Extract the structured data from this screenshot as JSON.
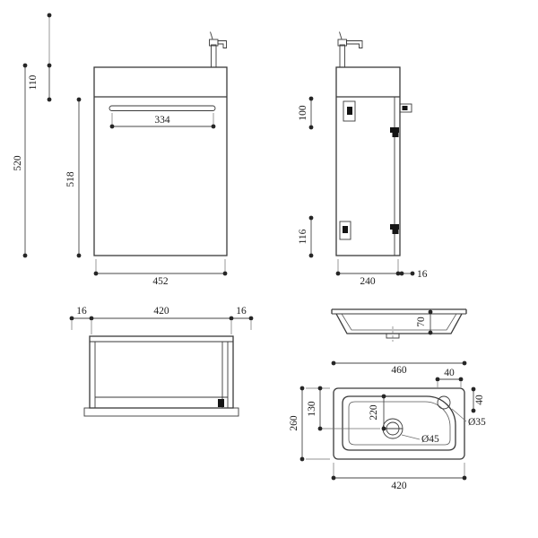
{
  "views": {
    "front": {
      "d110": "110",
      "d520": "520",
      "d518": "518",
      "d334": "334",
      "d452": "452"
    },
    "side": {
      "d100": "100",
      "d116": "116",
      "d240": "240",
      "d16": "16"
    },
    "top_open": {
      "d16_left": "16",
      "d420": "420",
      "d16_right": "16"
    },
    "basin_profile": {
      "d70": "70",
      "d460": "460"
    },
    "basin_top": {
      "d40_top": "40",
      "d40_right": "40",
      "d130": "130",
      "d260": "260",
      "d220": "220",
      "d420": "420",
      "dia45": "Ø45",
      "dia35": "Ø35"
    }
  },
  "colors": {
    "line": "#3a3a3a",
    "dim_text": "#1c1c1c",
    "background": "#ffffff"
  }
}
